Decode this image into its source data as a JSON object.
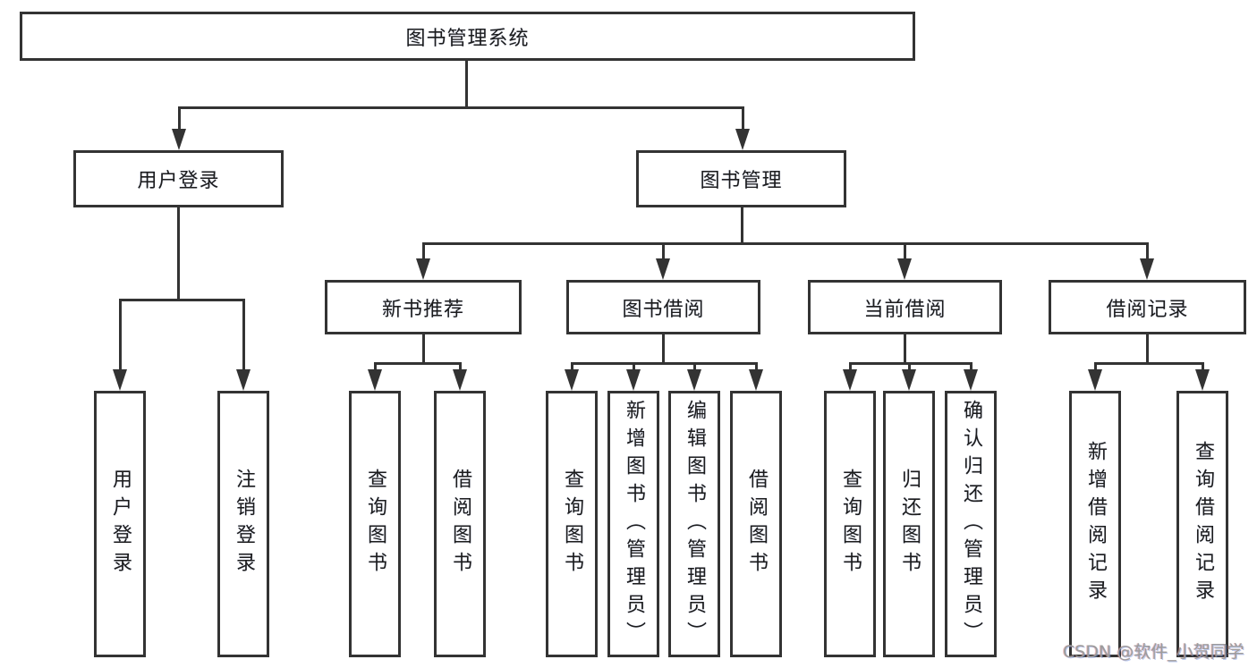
{
  "colors": {
    "line": "#333333",
    "text": "#1c1c1c",
    "watermark": "#9c9c9c",
    "background": "#ffffff"
  },
  "diagram": {
    "root": {
      "label": "图书管理系统"
    },
    "level2": [
      {
        "label": "用户登录"
      },
      {
        "label": "图书管理"
      }
    ],
    "level3": [
      {
        "label": "新书推荐"
      },
      {
        "label": "图书借阅"
      },
      {
        "label": "当前借阅"
      },
      {
        "label": "借阅记录"
      }
    ],
    "leaves": [
      {
        "label": "用户登录"
      },
      {
        "label": "注销登录"
      },
      {
        "label": "查询图书"
      },
      {
        "label": "借阅图书"
      },
      {
        "label": "查询图书"
      },
      {
        "label": "新增图书（管理员）"
      },
      {
        "label": "编辑图书（管理员）"
      },
      {
        "label": "借阅图书"
      },
      {
        "label": "查询图书"
      },
      {
        "label": "归还图书"
      },
      {
        "label": "确认归还（管理员）"
      },
      {
        "label": "新增借阅记录"
      },
      {
        "label": "查询借阅记录"
      }
    ]
  },
  "watermark": {
    "text": "CSDN @软件_小贺同学"
  }
}
